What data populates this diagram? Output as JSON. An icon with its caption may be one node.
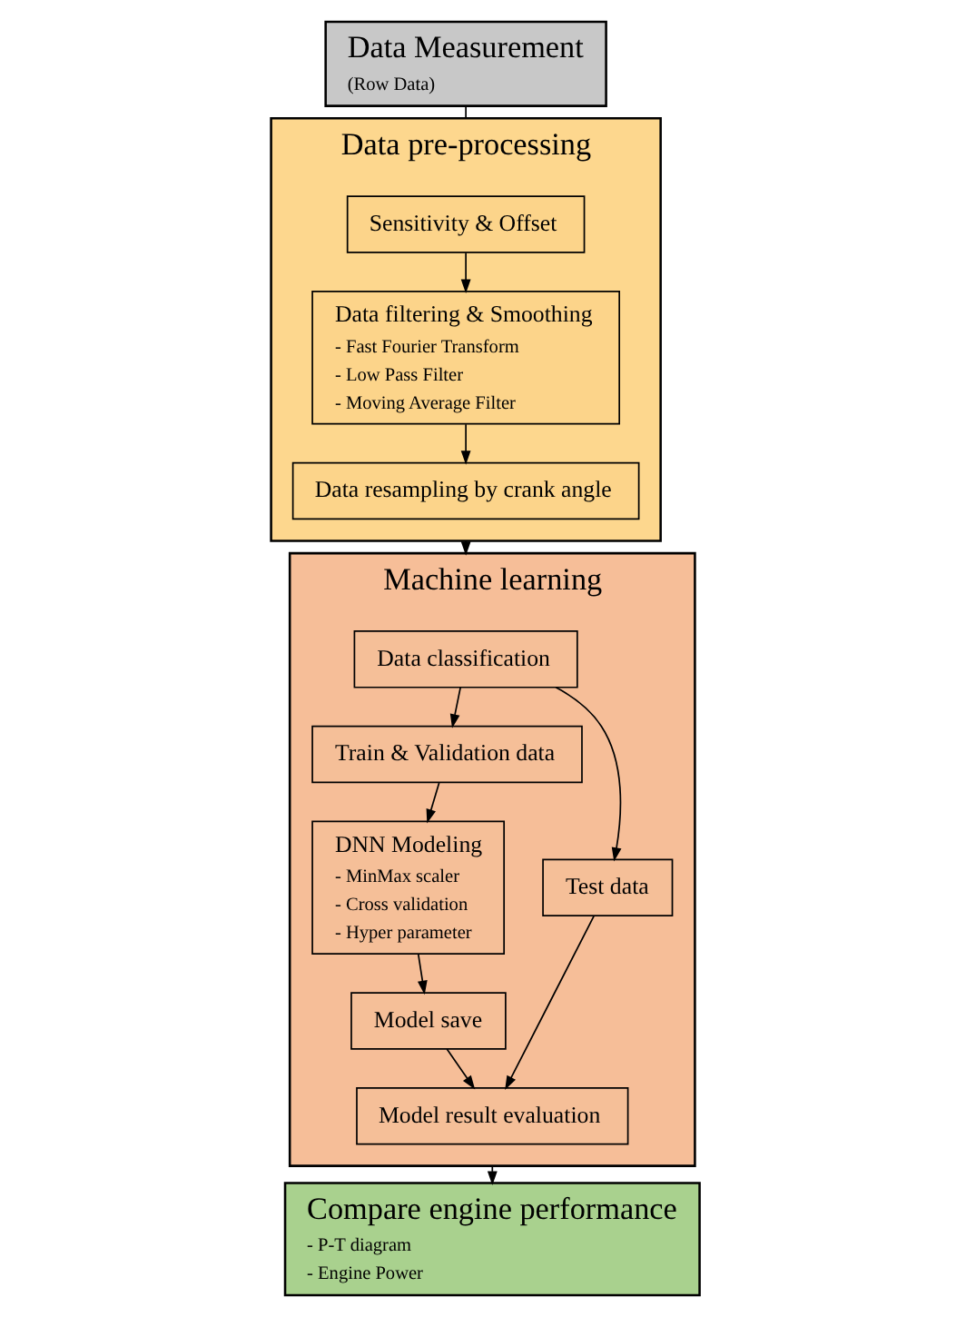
{
  "diagram": {
    "nodes": [
      {
        "text": [
          "Data Measurement",
          "(Row Data)"
        ]
      },
      {
        "text": [
          "Data pre-processing"
        ]
      },
      {
        "text": [
          "Sensitivity & Offset"
        ],
        "in": 1
      },
      {
        "text": [
          "Data filtering & Smoothing",
          "- Fast Fourier Transform",
          "- Low Pass Filter",
          "- Moving Average Filter"
        ],
        "in": 1
      },
      {
        "text": [
          "Data resampling by crank angle"
        ],
        "in": 1
      },
      {
        "text": [
          "Machine learning"
        ]
      },
      {
        "text": [
          "Data classification"
        ],
        "in": 5
      },
      {
        "text": [
          "Train & Validation data"
        ],
        "in": 5
      },
      {
        "text": [
          "Test data"
        ],
        "in": 5
      },
      {
        "text": [
          "DNN Modeling",
          "- MinMax scaler",
          "- Cross validation",
          "- Hyper parameter"
        ],
        "in": 5
      },
      {
        "text": [
          "Model save"
        ],
        "in": 5
      },
      {
        "text": [
          "Model result evaluation"
        ],
        "in": 5
      },
      {
        "text": [
          "Compare engine performance",
          "- P-T diagram",
          "- Engine Power"
        ]
      }
    ],
    "edges": [
      {
        "from": 0,
        "to": 1,
        "arrow": "none"
      },
      {
        "from": 2,
        "to": 3,
        "arrow": "to"
      },
      {
        "from": 3,
        "to": 4,
        "arrow": "to"
      },
      {
        "from": 1,
        "to": 5,
        "arrow": "to"
      },
      {
        "from": 6,
        "to": 7,
        "arrow": "to"
      },
      {
        "from": 6,
        "to": 8,
        "arrow": "to"
      },
      {
        "from": 7,
        "to": 9,
        "arrow": "to"
      },
      {
        "from": 9,
        "to": 10,
        "arrow": "to"
      },
      {
        "from": 10,
        "to": 11,
        "arrow": "to"
      },
      {
        "from": 8,
        "to": 11,
        "arrow": "to"
      },
      {
        "from": 5,
        "to": 12,
        "arrow": "to"
      }
    ]
  }
}
